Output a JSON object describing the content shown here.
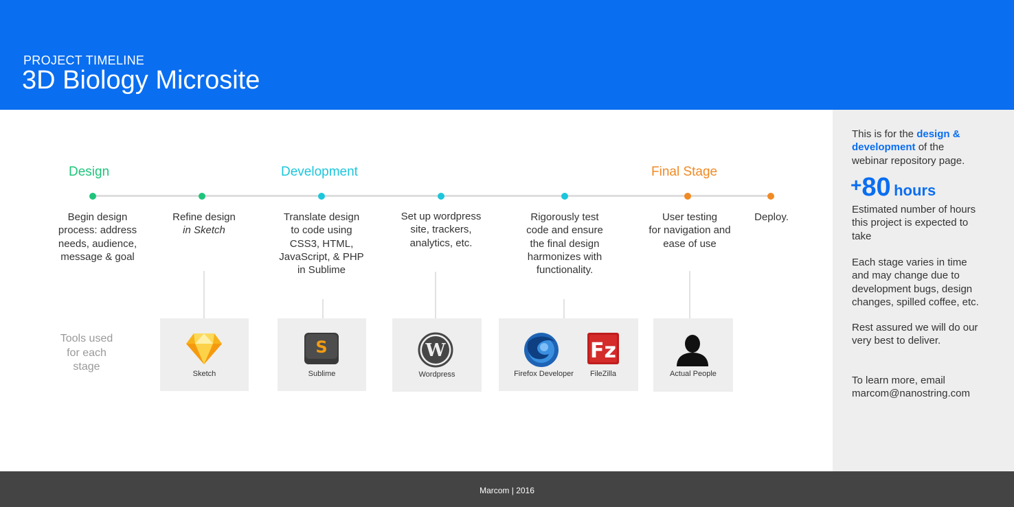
{
  "header": {
    "kicker": "PROJECT TIMELINE",
    "title": "3D Biology Microsite"
  },
  "phases": {
    "design": "Design",
    "development": "Development",
    "final": "Final Stage"
  },
  "stages": [
    {
      "lines": [
        "Begin design",
        "process: address",
        "needs, audience,",
        "message & goal"
      ]
    },
    {
      "lines": [
        "Refine design",
        "in Sketch"
      ]
    },
    {
      "lines": [
        "Translate design",
        "to code using",
        "CSS3, HTML,",
        "JavaScript, & PHP",
        "in Sublime"
      ]
    },
    {
      "lines": [
        "Set up wordpress",
        "site, trackers,",
        "analytics, etc."
      ]
    },
    {
      "lines": [
        "Rigorously test",
        "code and ensure",
        "the final design",
        "harmonizes with",
        "functionality."
      ]
    },
    {
      "lines": [
        "User testing",
        "for navigation and",
        "ease of use"
      ]
    },
    {
      "lines": [
        "Deploy."
      ]
    }
  ],
  "tools_label": [
    "Tools used",
    "for each",
    "stage"
  ],
  "tools": {
    "sketch": "Sketch",
    "sublime": "Sublime",
    "wordpress": "Wordpress",
    "firefox": "Firefox Developer",
    "filezilla": "FileZilla",
    "people": "Actual People"
  },
  "icons": {
    "sketch": "sketch-icon",
    "sublime": "sublime-icon",
    "wordpress": "wordpress-icon",
    "firefox": "firefox-icon",
    "filezilla": "filezilla-icon",
    "people": "person-icon"
  },
  "sidebar": {
    "intro_pre": "This is for the",
    "intro_hl_1": "design &",
    "intro_hl_2": "development",
    "intro_post": "of the",
    "intro_line3": "webinar repository page.",
    "big_plus": "+",
    "big_number": "80",
    "big_unit": "hours",
    "estimate_lines": [
      "Estimated number of hours",
      "this project is expected to",
      "take"
    ],
    "vary_lines": [
      "Each stage varies in time",
      "and may change due to",
      "development bugs, design",
      "changes, spilled coffee, etc."
    ],
    "rest_lines": [
      "Rest assured we will do our",
      "very best to deliver."
    ],
    "learn_lines": [
      "To learn more, email",
      "marcom@nanostring.com"
    ]
  },
  "footer": {
    "text": "Marcom | 2016"
  },
  "colors": {
    "brand_blue": "#0a6ef0",
    "design_green": "#1ec47a",
    "development_cyan": "#1cc6dc",
    "final_orange": "#f08a24",
    "footer_gray": "#444444",
    "sidebar_gray": "#eeeeee"
  }
}
